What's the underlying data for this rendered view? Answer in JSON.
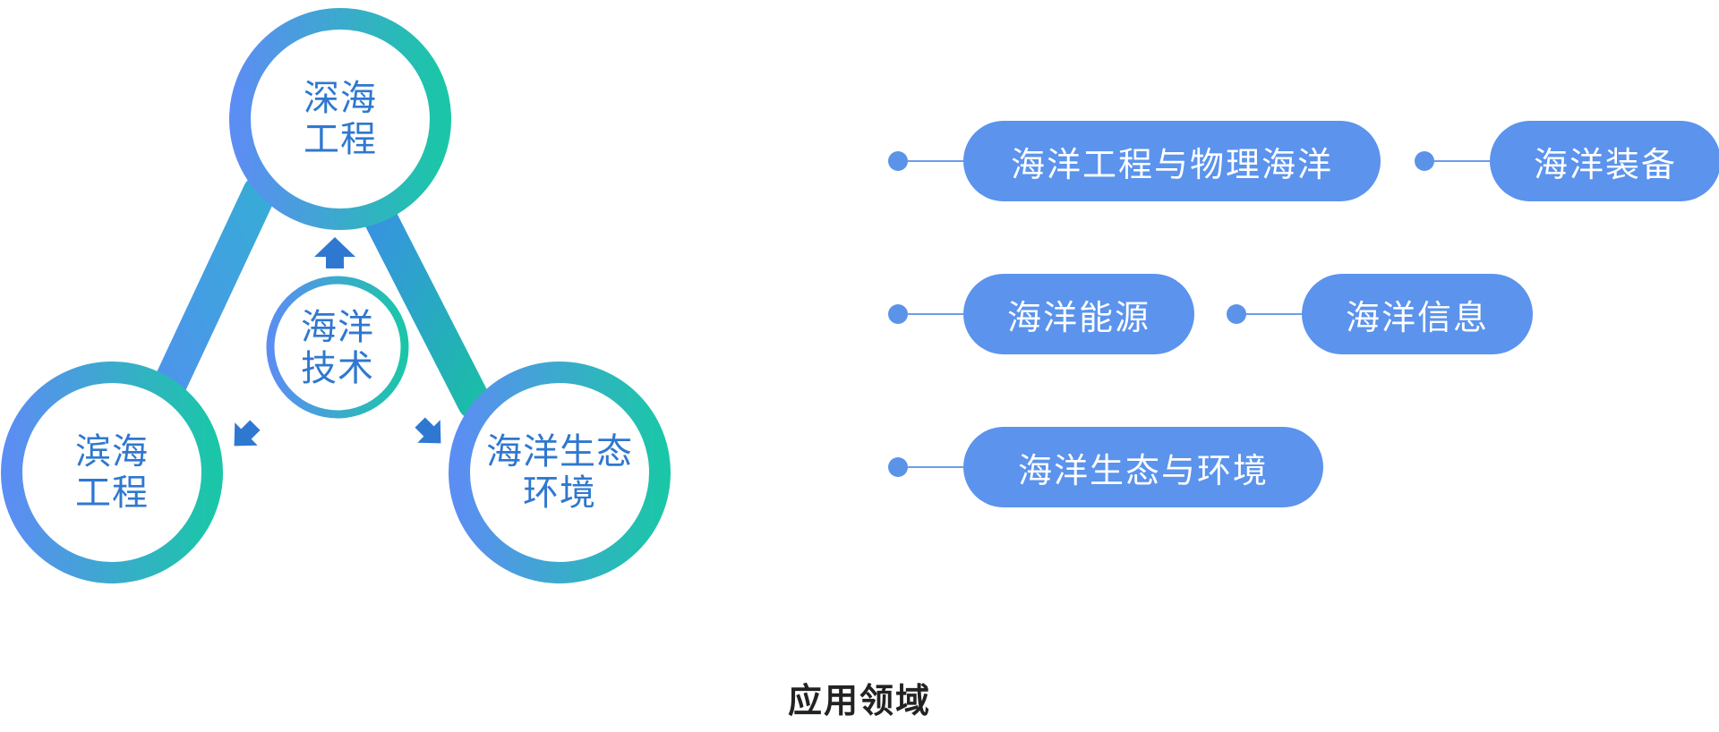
{
  "colors": {
    "ring_start": "#5b8ef2",
    "ring_end": "#1bc6a8",
    "node_text": "#2f78cf",
    "pill_fill": "#5b93ed",
    "pill_text": "#ffffff",
    "dot": "#5b93e8",
    "caption": "#222222"
  },
  "diagram": {
    "top_node": [
      "深海",
      "工程"
    ],
    "bottom_left_node": [
      "滨海",
      "工程"
    ],
    "bottom_right_node": [
      "海洋生态",
      "环境"
    ],
    "center_node": [
      "海洋",
      "技术"
    ],
    "arrow_icons": [
      "arrow-up-icon",
      "arrow-down-left-icon",
      "arrow-down-right-icon"
    ]
  },
  "fields": {
    "row1": [
      "海洋工程与物理海洋",
      "海洋装备"
    ],
    "row2": [
      "海洋能源",
      "海洋信息"
    ],
    "row3": [
      "海洋生态与环境"
    ]
  },
  "caption": "应用领域"
}
